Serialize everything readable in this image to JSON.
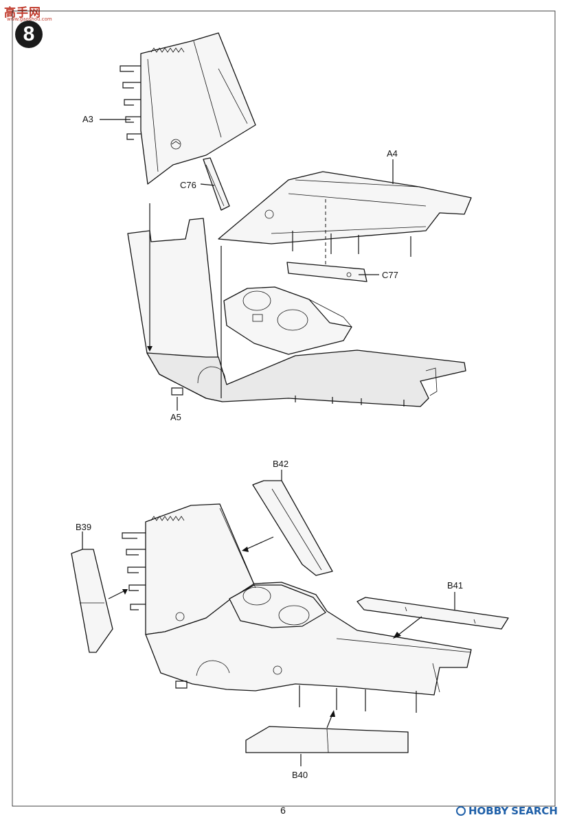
{
  "watermark": {
    "site_name": "高手网",
    "url": "www.gaoshou.com",
    "brand_prefix": "HOBBY",
    "brand_suffix": "SEARCH",
    "colors": {
      "site": "#c0392b",
      "brand": "#1e5fa8"
    }
  },
  "step": {
    "number": "8"
  },
  "parts": {
    "top": {
      "a3": "A3",
      "a4": "A4",
      "a5": "A5",
      "c76": "C76",
      "c77": "C77"
    },
    "bottom": {
      "b39": "B39",
      "b40": "B40",
      "b41": "B41",
      "b42": "B42"
    }
  },
  "page": {
    "number": "6"
  }
}
